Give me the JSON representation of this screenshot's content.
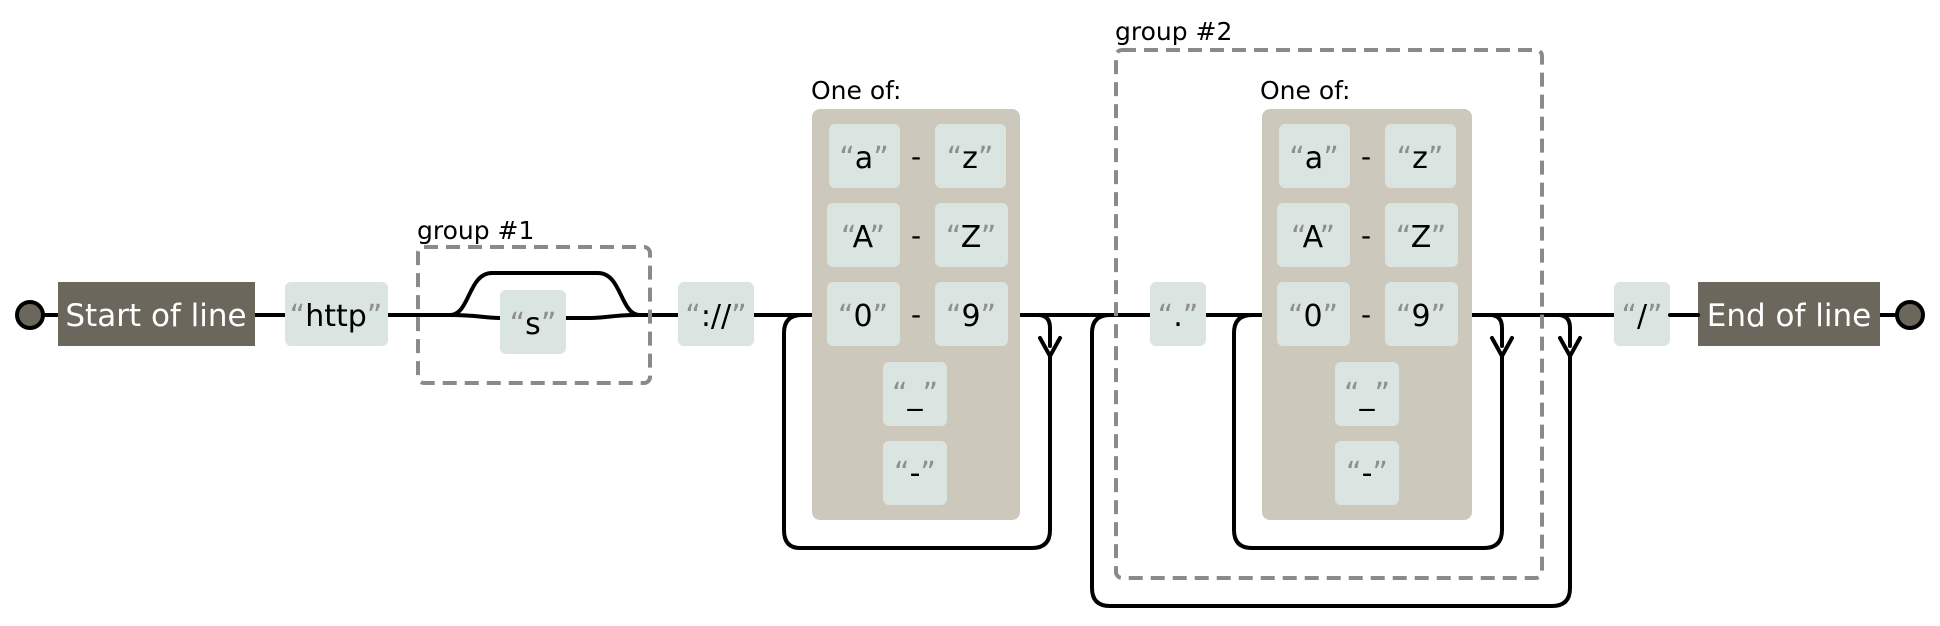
{
  "anchors": {
    "start": "Start of line",
    "end": "End of line"
  },
  "literals": {
    "http": "http",
    "s": "s",
    "sep": "://",
    "dot": ".",
    "slash": "/"
  },
  "groups": {
    "group1": "group #1",
    "group2": "group #2"
  },
  "charset_label": "One of:",
  "quote_open": "“",
  "quote_close": "”",
  "range_dash": "-",
  "charset1": {
    "range_a_from": "a",
    "range_a_to": "z",
    "range_A_from": "A",
    "range_A_to": "Z",
    "range_0_from": "0",
    "range_0_to": "9",
    "underscore": "_",
    "hyphen": "-"
  },
  "charset2": {
    "range_a_from": "a",
    "range_a_to": "z",
    "range_A_from": "A",
    "range_A_to": "Z",
    "range_0_from": "0",
    "range_0_to": "9",
    "underscore": "_",
    "hyphen": "-"
  }
}
